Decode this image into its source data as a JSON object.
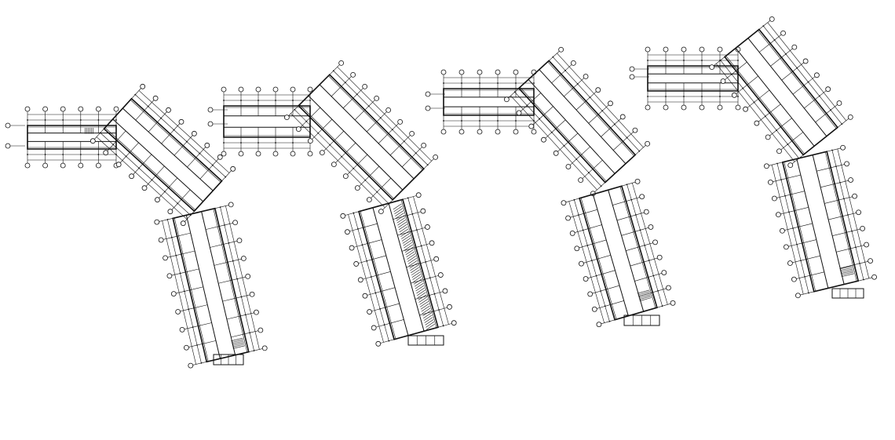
{
  "drawing": {
    "type": "architectural-floor-plans",
    "plan_count": 4,
    "line_color": "#111111",
    "background": "#ffffff"
  },
  "plans": [
    {
      "id": "plan-1"
    },
    {
      "id": "plan-2"
    },
    {
      "id": "plan-3"
    },
    {
      "id": "plan-4"
    }
  ]
}
